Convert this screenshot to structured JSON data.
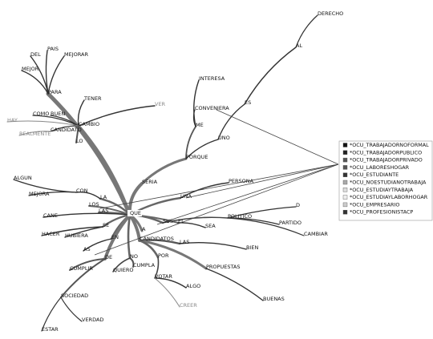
{
  "graph": {
    "center_word": "QUE",
    "words": [
      {
        "id": "derecho",
        "text": "DERECHO"
      },
      {
        "id": "al",
        "text": "AL"
      },
      {
        "id": "pais",
        "text": "PAIS"
      },
      {
        "id": "del",
        "text": "DEL"
      },
      {
        "id": "mejorar",
        "text": "MEJORAR"
      },
      {
        "id": "mejor",
        "text": "MEJOR"
      },
      {
        "id": "para",
        "text": "PARA"
      },
      {
        "id": "tener",
        "text": "TENER"
      },
      {
        "id": "ver",
        "text": "VER",
        "gray": true
      },
      {
        "id": "interesa",
        "text": "INTERESA"
      },
      {
        "id": "hay",
        "text": "HAY",
        "gray": true
      },
      {
        "id": "como",
        "text": "COMO"
      },
      {
        "id": "buen",
        "text": "BUEN"
      },
      {
        "id": "cambio",
        "text": "CAMBIO"
      },
      {
        "id": "conveniera",
        "text": "CONVENIERA"
      },
      {
        "id": "es",
        "text": "ES"
      },
      {
        "id": "candidato",
        "text": "CANDIDATO"
      },
      {
        "id": "realmente",
        "text": "REALMENTE",
        "gray": true
      },
      {
        "id": "me",
        "text": "ME"
      },
      {
        "id": "lo",
        "text": "LO"
      },
      {
        "id": "uno",
        "text": "UNO"
      },
      {
        "id": "porque",
        "text": "PORQUE"
      },
      {
        "id": "algun",
        "text": "ALGUN"
      },
      {
        "id": "seria",
        "text": "SERIA"
      },
      {
        "id": "persona",
        "text": "PERSONA"
      },
      {
        "id": "con",
        "text": "CON"
      },
      {
        "id": "mejora",
        "text": "MEJORA"
      },
      {
        "id": "una",
        "text": "UNA"
      },
      {
        "id": "la",
        "text": "LA"
      },
      {
        "id": "los",
        "text": "LOS"
      },
      {
        "id": "d",
        "text": "D"
      },
      {
        "id": "las_sm",
        "text": "LAS"
      },
      {
        "id": "politico",
        "text": "POLITICO"
      },
      {
        "id": "que",
        "text": "QUE",
        "center": true
      },
      {
        "id": "sus",
        "text": "SUS"
      },
      {
        "id": "el",
        "text": "EL"
      },
      {
        "id": "cane",
        "text": "CANE"
      },
      {
        "id": "partido",
        "text": "PARTIDO"
      },
      {
        "id": "sea",
        "text": "SEA"
      },
      {
        "id": "se",
        "text": "SE"
      },
      {
        "id": "a",
        "text": "A"
      },
      {
        "id": "cambiar",
        "text": "CAMBIAR"
      },
      {
        "id": "hacer",
        "text": "HACER"
      },
      {
        "id": "en",
        "text": "EN"
      },
      {
        "id": "candidatos",
        "text": "CANDIDATOS"
      },
      {
        "id": "hubiera",
        "text": "HUBIERA"
      },
      {
        "id": "las",
        "text": "LAS"
      },
      {
        "id": "bien",
        "text": "BIEN"
      },
      {
        "id": "as",
        "text": "AS"
      },
      {
        "id": "no",
        "text": "NO"
      },
      {
        "id": "de",
        "text": "DE"
      },
      {
        "id": "por",
        "text": "POR"
      },
      {
        "id": "cumpla",
        "text": "CUMPLA"
      },
      {
        "id": "propuestas",
        "text": "PROPUESTAS"
      },
      {
        "id": "cumplir",
        "text": "CUMPLIR"
      },
      {
        "id": "quiero",
        "text": "QUIERO"
      },
      {
        "id": "votar",
        "text": "VOTAR"
      },
      {
        "id": "algo",
        "text": "ALGO"
      },
      {
        "id": "sociedad",
        "text": "SOCIEDAD"
      },
      {
        "id": "buenas",
        "text": "BUENAS"
      },
      {
        "id": "creer",
        "text": "CREER",
        "gray": true
      },
      {
        "id": "verdad",
        "text": "VERDAD"
      },
      {
        "id": "estar",
        "text": "ESTAR"
      }
    ]
  },
  "legend": {
    "items": [
      {
        "label": "*OCU_TRABAJADORNOFORMAL",
        "color": "#111111"
      },
      {
        "label": "*OCU_TRABAJADORPUBLICO",
        "color": "#222222"
      },
      {
        "label": "*OCU_TRABAJADORPRIVADO",
        "color": "#555555"
      },
      {
        "label": "*OCU_LABORESHOGAR",
        "color": "#555555"
      },
      {
        "label": "*OCU_ESTUDIANTE",
        "color": "#333333"
      },
      {
        "label": "*OCU_NOESTUDIANOTRABAJA",
        "color": "#aaaaaa"
      },
      {
        "label": "*OCU_ESTUDIAYTRABAJA",
        "color": "#dddddd"
      },
      {
        "label": "*OCU_ESTUDIAYLABORHOGAR",
        "color": "#eeeeee"
      },
      {
        "label": "*OCU_EMPRESARIO",
        "color": "#cccccc"
      },
      {
        "label": "*OCU_PROFESIONISTACP",
        "color": "#333333"
      }
    ]
  }
}
